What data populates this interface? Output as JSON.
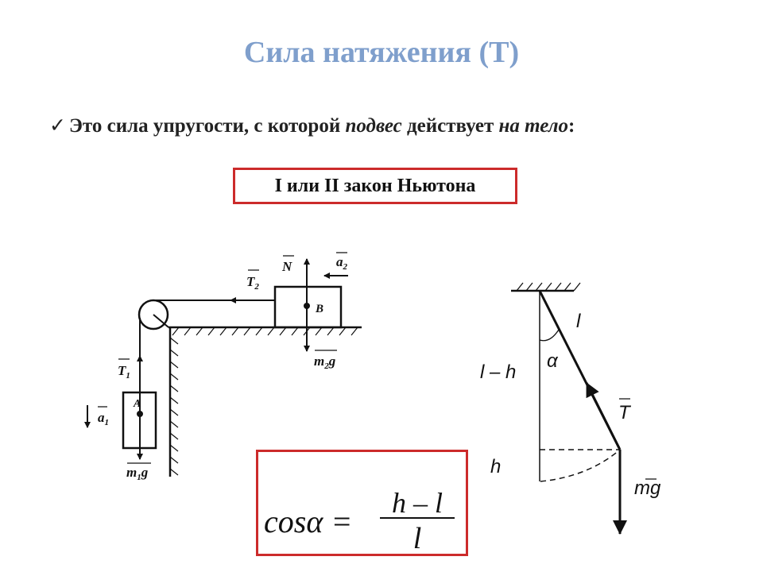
{
  "title": "Сила натяжения (T)",
  "bullet": {
    "check": "✓",
    "part1": "Это сила упругости, с которой ",
    "em1": "подвес",
    "part2": " действует ",
    "em2": "на тело",
    "part3": ":"
  },
  "law_box": "I или II закон Ньютона",
  "formula": {
    "lhs": "cosα =",
    "numerator": "h – l",
    "denominator": "l"
  },
  "left_diagram": {
    "label_T2": "T",
    "label_T2_sub": "2",
    "label_N": "N",
    "label_a2": "a",
    "label_a2_sub": "2",
    "label_B": "B",
    "label_m2g": "m",
    "label_m2g_sub": "2",
    "label_m2g_g": "g",
    "label_T1": "T",
    "label_T1_sub": "1",
    "label_A": "A",
    "label_a1": "a",
    "label_a1_sub": "1",
    "label_m1g": "m",
    "label_m1g_sub": "1",
    "label_m1g_g": "g"
  },
  "right_diagram": {
    "label_l": "l",
    "label_alpha": "α",
    "label_lh": "l – h",
    "label_T": "T",
    "label_h": "h",
    "label_mg": "mg"
  }
}
